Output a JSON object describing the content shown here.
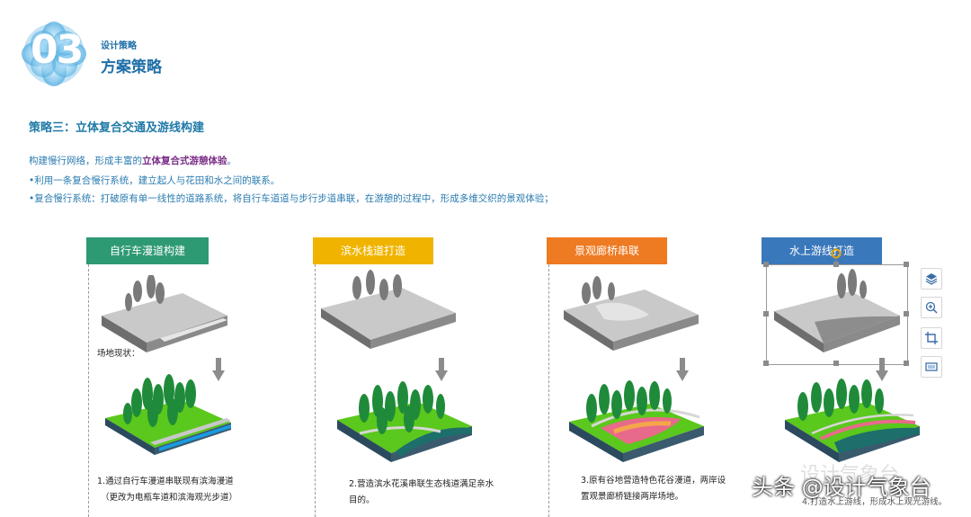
{
  "header": {
    "number": "03",
    "subtitle": "设计策略",
    "title": "方案策略"
  },
  "strategy_title": "策略三：立体复合交通及游线构建",
  "intro": {
    "line1_prefix": "构建慢行网络，形成丰富的",
    "line1_highlight": "立体复合式游憩体验",
    "line1_suffix": "。",
    "line2": "•利用一条复合慢行系统，建立起人与花田和水之间的联系。",
    "line3": "•复合慢行系统：打破原有单一线性的道路系统，将自行车道道与步行步道串联，在游憩的过程中，形成多维交织的景观体验；"
  },
  "columns": [
    {
      "label": "自行车漫道构建",
      "color": "#2e9a74",
      "site_note": "场地现状：",
      "caption1": "1.通过自行车漫道串联现有滨海漫道",
      "caption2": "（更改为电瓶车道和滨海观光步道）"
    },
    {
      "label": "滨水栈道打造",
      "color": "#f0b400",
      "caption1": "2.营造滨水花溪串联生态栈道满足亲水",
      "caption2": "目的。"
    },
    {
      "label": "景观廊桥串联",
      "color": "#ee7a22",
      "caption1": "3.原有谷地营造特色花谷漫道，两岸设",
      "caption2": "置观景廊桥链接两岸场地。"
    },
    {
      "label": "水上游线打造",
      "color": "#3a78bc",
      "caption1": "4.打造水上游线，形成水上观光游线。"
    }
  ],
  "watermark": {
    "text": "头条 @设计气象台",
    "background_text": "设计气象台"
  },
  "icons": [
    "layers-icon",
    "zoom-in-icon",
    "crop-icon",
    "frame-icon"
  ]
}
